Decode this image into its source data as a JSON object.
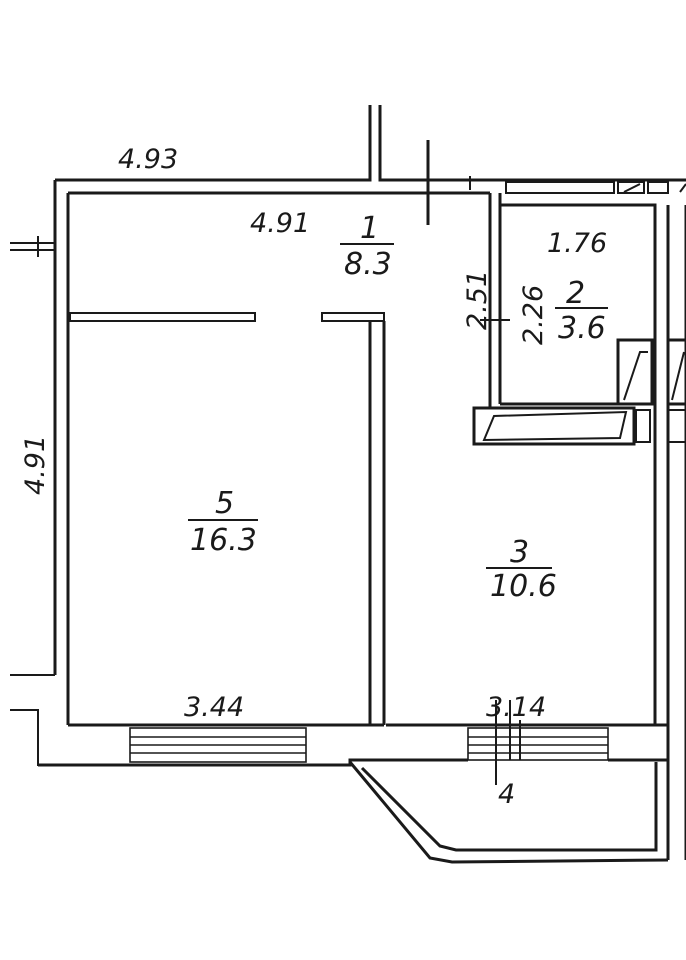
{
  "rooms": [
    {
      "number": "1",
      "area": "8.3"
    },
    {
      "number": "2",
      "area": "3.6"
    },
    {
      "number": "3",
      "area": "10.6"
    },
    {
      "number": "4"
    },
    {
      "number": "5",
      "area": "16.3"
    }
  ],
  "dimensions": {
    "outer_top": "4.93",
    "outer_left": "4.91",
    "hall_width": "4.91",
    "hall_depth": "2.51",
    "bath_width": "1.76",
    "bath_depth": "2.26",
    "room5_width": "3.44",
    "room3_width": "3.14"
  }
}
